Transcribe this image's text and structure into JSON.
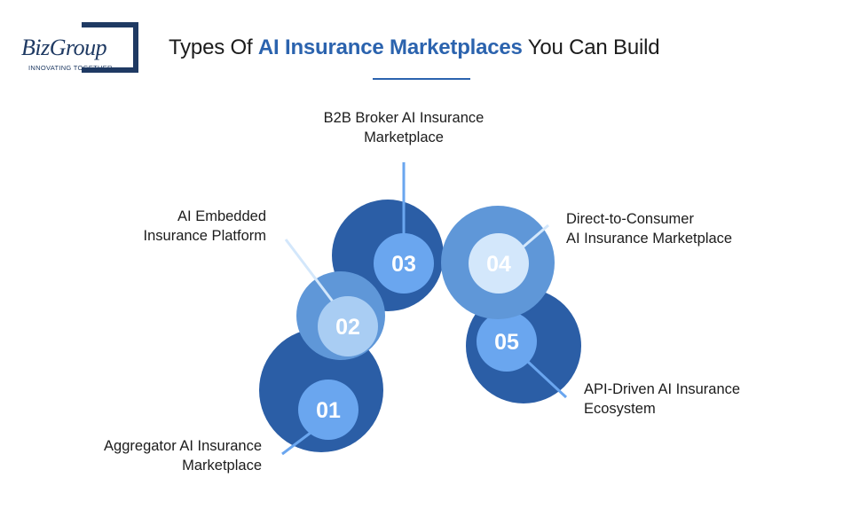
{
  "brand": {
    "name": "BizGroup",
    "tagline": "INNOVATING TOGETHER"
  },
  "title": {
    "prefix": "Types Of ",
    "highlight": "AI Insurance Marketplaces",
    "suffix": " You Can Build"
  },
  "items": [
    {
      "number": "01",
      "line1": "Aggregator AI Insurance",
      "line2": "Marketplace"
    },
    {
      "number": "02",
      "line1": "AI Embedded",
      "line2": "Insurance Platform"
    },
    {
      "number": "03",
      "line1": "B2B Broker AI Insurance",
      "line2": "Marketplace"
    },
    {
      "number": "04",
      "line1": "Direct-to-Consumer",
      "line2": "AI Insurance Marketplace"
    },
    {
      "number": "05",
      "line1": "API-Driven AI Insurance",
      "line2": "Ecosystem"
    }
  ],
  "colors": {
    "dark_blue": "#2b5ea6",
    "mid_blue": "#5f97d8",
    "light_blue": "#a9cdf3",
    "inner_blue": "#6aa6ef",
    "inner_light": "#d3e7fb",
    "number_text": "#ffffff",
    "title_accent": "#2b63ae"
  }
}
